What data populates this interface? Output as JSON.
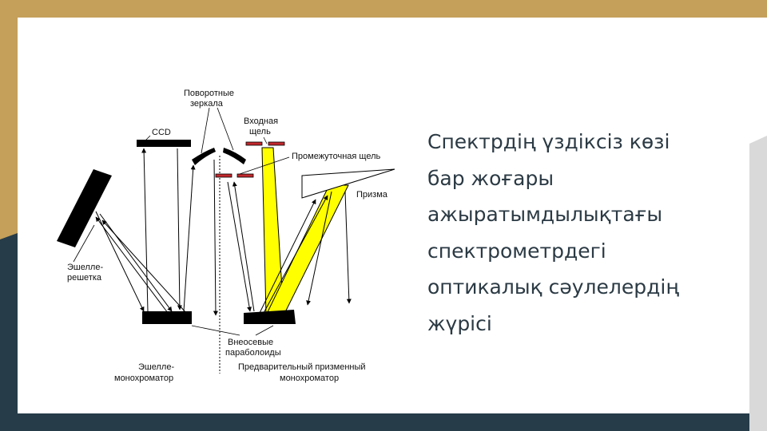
{
  "colors": {
    "gold": "#c4a05a",
    "navy": "#263c49",
    "grey": "#d9d9d9",
    "beam": "#ffff00",
    "text": "#2b3a44"
  },
  "slide_text": {
    "lines": [
      "Спектрдің үздіксіз көзі",
      "бар жоғары",
      "ажыратымдылықтағы",
      "спектрометрдегі",
      "оптикалық сәулелердің",
      "жүрісі"
    ]
  },
  "diagram": {
    "labels": {
      "rot_mirrors_1": "Поворотные",
      "rot_mirrors_2": "зеркала",
      "entrance_slit_1": "Входная",
      "entrance_slit_2": "щель",
      "ccd": "CCD",
      "intermediate_slit": "Промежуточная щель",
      "prism": "Призма",
      "echelle_grating_1": "Эшелле-",
      "echelle_grating_2": "решетка",
      "off_axis_1": "Внеосевые",
      "off_axis_2": "параболоиды",
      "echelle_mono_1": "Эшелле-",
      "echelle_mono_2": "монохроматор",
      "prism_mono_1": "Предварительный призменный",
      "prism_mono_2": "монохроматор"
    }
  }
}
